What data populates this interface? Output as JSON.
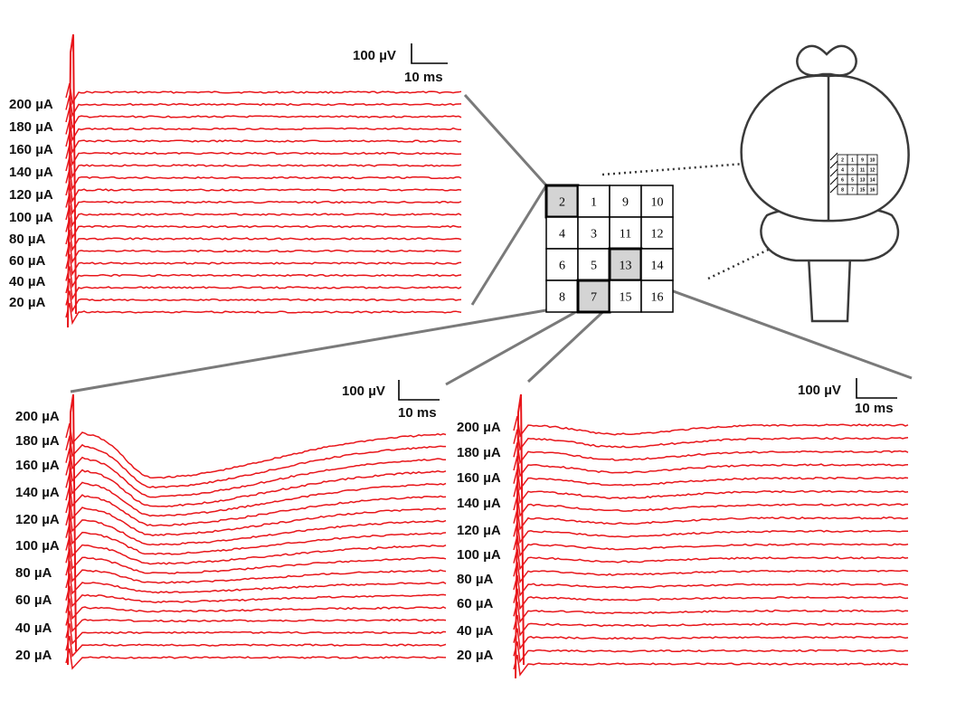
{
  "current_labels": [
    "20 µA",
    "40 µA",
    "60 µA",
    "80 µA",
    "100 µA",
    "120 µA",
    "140 µA",
    "160 µA",
    "180 µA",
    "200 µA"
  ],
  "scale_bar": {
    "voltage": "100 µV",
    "time": "10 ms"
  },
  "electrode_grid": {
    "rows": [
      [
        "2",
        "1",
        "9",
        "10"
      ],
      [
        "4",
        "3",
        "11",
        "12"
      ],
      [
        "6",
        "5",
        "13",
        "14"
      ],
      [
        "8",
        "7",
        "15",
        "16"
      ]
    ],
    "highlighted": [
      "2",
      "7",
      "13"
    ]
  },
  "trace_color": "#e8161b",
  "panels": [
    {
      "electrode": "2",
      "trace_count": 19,
      "response": "flat"
    },
    {
      "electrode": "7",
      "trace_count": 19,
      "response": "strong negative deflection, growing with current"
    },
    {
      "electrode": "13",
      "trace_count": 19,
      "response": "weak negative deflection"
    }
  ]
}
